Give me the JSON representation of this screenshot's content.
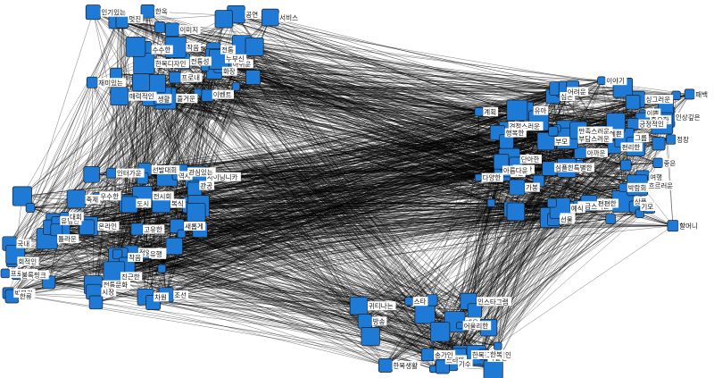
{
  "diagram": {
    "type": "network-graph",
    "node_color": "#1f7ad6",
    "edge_color": "#000000",
    "clusters": [
      {
        "name": "top-left",
        "labels": [
          "인기있는",
          "이벤트",
          "전통성",
          "공연",
          "서비스",
          "작음",
          "즐거운",
          "전통",
          "수수한",
          "멋진",
          "한옥",
          "한복디자인",
          "재미있는",
          "생활",
          "화장",
          "매력적인",
          "프로내",
          "아쉬운",
          "이미지",
          "누부신"
        ]
      },
      {
        "name": "right",
        "labels": [
          "좋은",
          "정장",
          "상품",
          "다양한",
          "심은",
          "할머니",
          "출장",
          "가봉",
          "만족스러운",
          "여행",
          "아까운",
          "선물",
          "나쁜",
          "고급스러운",
          "불편한",
          "편리한",
          "예쁜",
          "견정스러운",
          "이야기",
          "인상깊은",
          "행복한",
          "계획",
          "이쁜",
          "심플한",
          "박람회",
          "아름다운",
          "어려운",
          "중요한",
          "부모",
          "싱그러운",
          "패백",
          "예식",
          "특별한",
          "유아",
          "기모",
          "부담스러운",
          "단아한",
          "긍정적인",
          "그룹",
          "편편한",
          "흐르러운"
        ]
      },
      {
        "name": "left",
        "labels": [
          "틀라운",
          "조선",
          "새롭게",
          "전통문화",
          "정열적인",
          "작음",
          "국내",
          "회적인",
          "고유한",
          "프로그램",
          "진근한",
          "불록핑크",
          "역사",
          "도시",
          "축제",
          "우수한",
          "사이닝니카",
          "시장",
          "관공",
          "선발대회",
          "관심있는",
          "온라인",
          "전시회",
          "해외",
          "유명한",
          "대회",
          "차원",
          "박물관",
          "복식",
          "한류",
          "인터가운",
          "유행"
        ]
      },
      {
        "name": "bottom",
        "labels": [
          "스타",
          "배우",
          "한복생활",
          "귀티나는",
          "드라마",
          "방송",
          "박일년",
          "한복홍보대사",
          "어울리한",
          "기수",
          "송가인",
          "인스타그램",
          "고유적인",
          "한복"
        ]
      }
    ]
  }
}
